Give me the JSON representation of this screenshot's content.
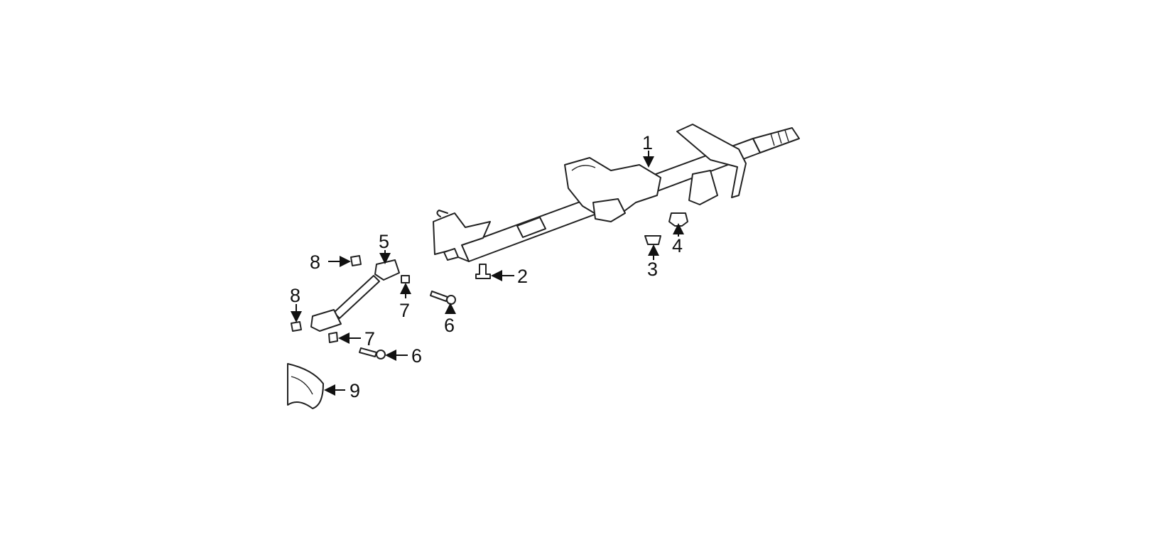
{
  "diagram": {
    "callouts": [
      {
        "id": "c1",
        "label": "1"
      },
      {
        "id": "c2",
        "label": "2"
      },
      {
        "id": "c3",
        "label": "3"
      },
      {
        "id": "c4",
        "label": "4"
      },
      {
        "id": "c5",
        "label": "5"
      },
      {
        "id": "c6a",
        "label": "6"
      },
      {
        "id": "c6b",
        "label": "6"
      },
      {
        "id": "c7a",
        "label": "7"
      },
      {
        "id": "c7b",
        "label": "7"
      },
      {
        "id": "c8a",
        "label": "8"
      },
      {
        "id": "c8b",
        "label": "8"
      },
      {
        "id": "c9",
        "label": "9"
      }
    ]
  }
}
